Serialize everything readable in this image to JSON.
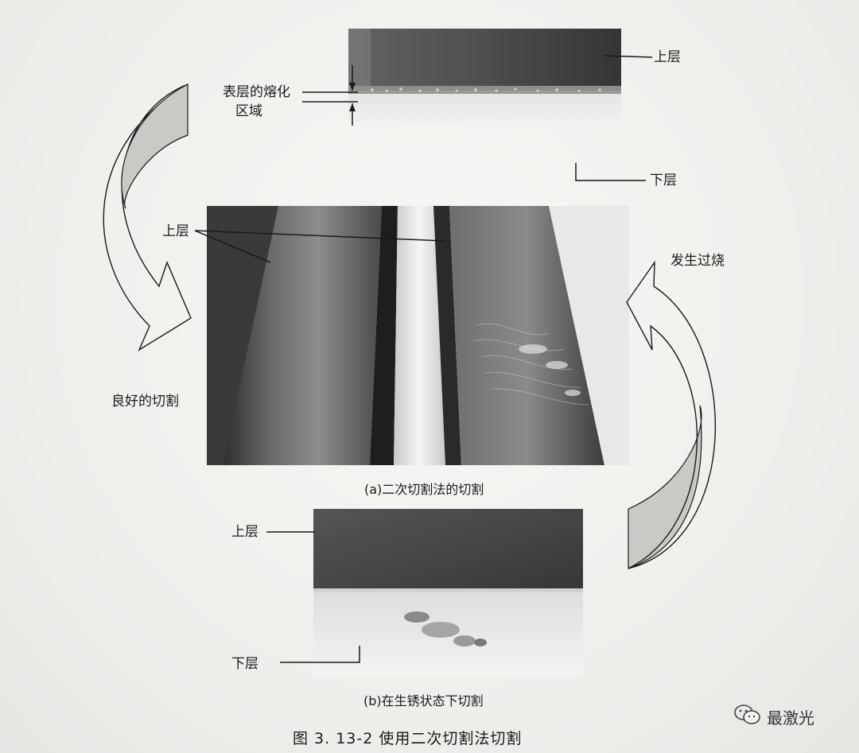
{
  "figure": {
    "title": "图 3. 13-2    使用二次切割法切割",
    "caption_a": "(a)二次切割法的切割",
    "caption_b": "(b)在生锈状态下切割"
  },
  "labels": {
    "top_upper": "上层",
    "top_lower": "下层",
    "melt_line1": "表层的熔化",
    "melt_line2": "区域",
    "mid_upper": "上层",
    "good_cut": "良好的切割",
    "overburn": "发生过烧",
    "bottom_upper": "上层",
    "bottom_lower": "下层"
  },
  "watermark": {
    "brand": "最激光",
    "icon": "wechat-icon"
  }
}
